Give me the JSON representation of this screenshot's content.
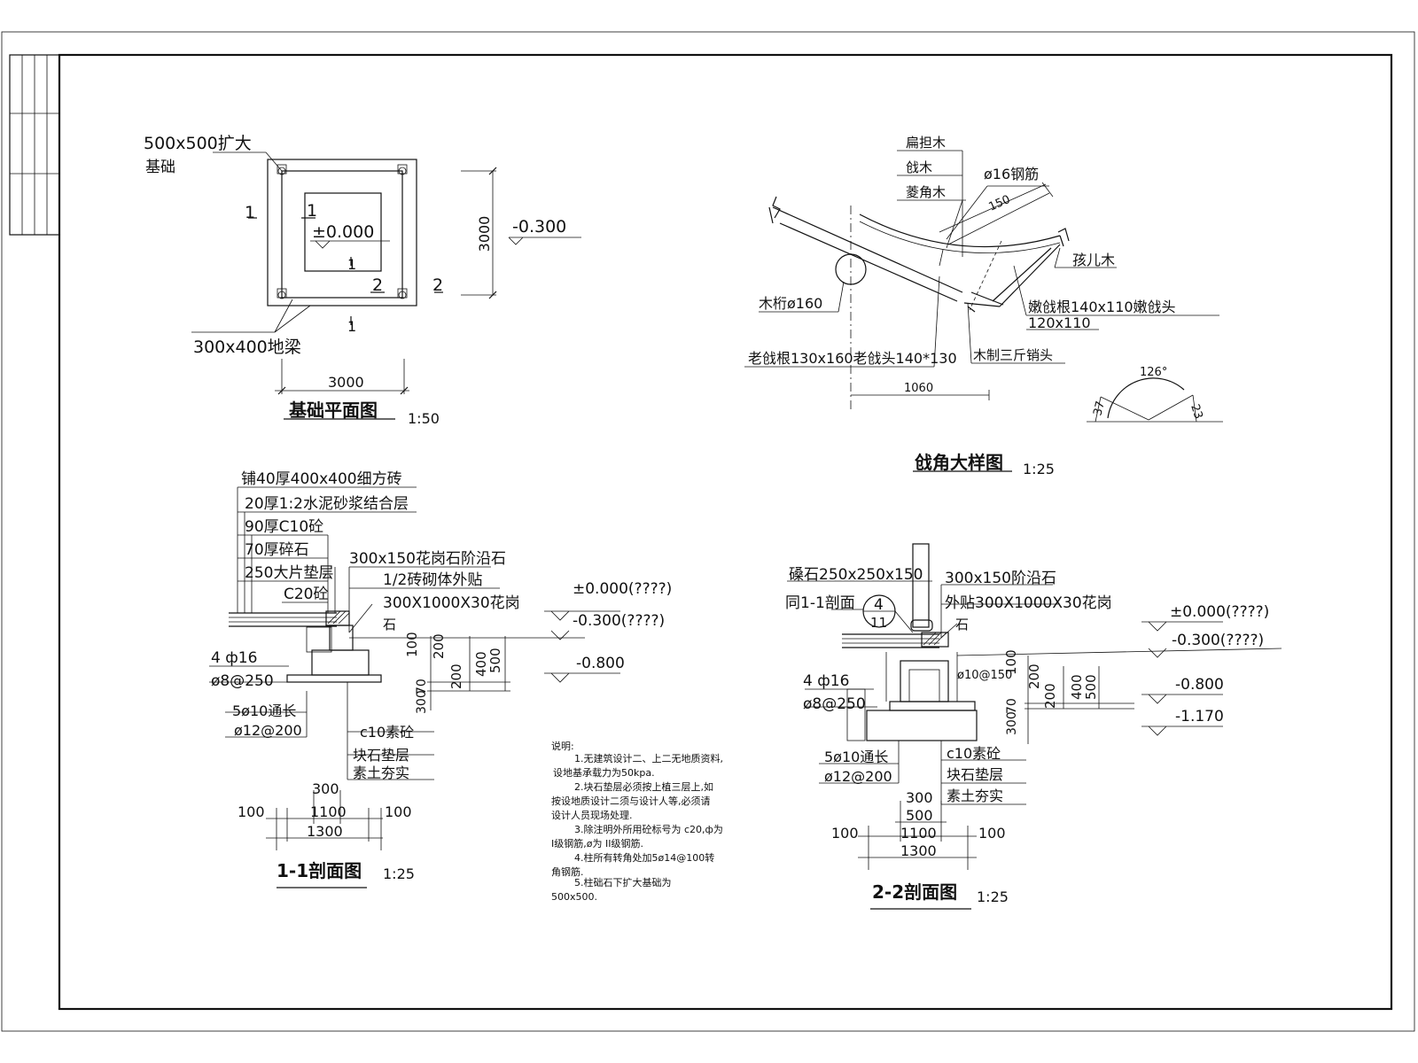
{
  "foundation_plan": {
    "title": "基础平面图",
    "scale": "1:50",
    "label_expanded_footing_1": "500x500扩大",
    "label_expanded_footing_2": "基础",
    "elevation_zero": "±0.000",
    "elevation_neg": "-0.300",
    "ground_beam": "300x400地梁",
    "dim_width": "3000",
    "dim_height": "3000",
    "sec1_left": "1",
    "sec1_inner": "1",
    "sec1_bottom_a": "1",
    "sec1_bottom_b": "1",
    "sec2_inner": "2",
    "sec2_right": "2"
  },
  "eave_detail": {
    "title": "戗角大样图",
    "scale": "1:25",
    "callouts": [
      "扁担木",
      "戗木",
      "菱角木",
      "ø16钢筋",
      "孩儿木",
      "木桁ø160",
      "嫩戗根140x110嫩戗头",
      "120x110",
      "老戗根130x160老戗头140*130",
      "木制三斤销头"
    ],
    "dim_150": "150",
    "dim_1060": "1060",
    "angle_126": "126°",
    "angle_37": "37",
    "angle_23": "23"
  },
  "section_1_1": {
    "title": "1-1剖面图",
    "scale": "1:25",
    "layers": [
      "铺40厚400x400细方砖",
      "20厚1:2水泥砂浆结合层",
      "90厚C10砼",
      "70厚碎石",
      "250大片垫层",
      "C20砼"
    ],
    "paving_stone": "300x150花岗石阶沿石",
    "veneer_1": "1/2砖砌体外贴",
    "veneer_2": "300X1000X30花岗",
    "veneer_3": "石",
    "elev_0": "±0.000(????)",
    "elev_1": "-0.300(????)",
    "elev_2": "-0.800",
    "rebar_1": "4 ф16",
    "rebar_2": "ø8@250",
    "rebar_3": "5ø10通长",
    "rebar_4": "ø12@200",
    "base_1": "c10素砼",
    "base_2": "块石垫层",
    "base_3": "素土夯实",
    "dims_vertical": [
      "100",
      "200",
      "200",
      "400",
      "500",
      "70",
      "300"
    ],
    "dim_300": "300",
    "dim_100a": "100",
    "dim_1100": "1100",
    "dim_100b": "100",
    "dim_1300": "1300"
  },
  "notes": {
    "heading": "说明:",
    "lines": [
      "1.无建筑设计二、上二无地质资料,",
      "设地基承载力为50kpa.",
      "2.块石垫层必须按上植三层上,如",
      "按设地质设计二须与设计人等,必须请",
      "设计人员现场处理.",
      "3.除注明外所用砼标号为 c20,ф为",
      "I级钢筋,ø为 II级钢筋.",
      "4.柱所有转角处加5ø14@100转",
      "角钢筋.",
      "5.柱础石下扩大基础为",
      "500x500."
    ]
  },
  "section_2_2": {
    "title": "2-2剖面图",
    "scale": "1:25",
    "plinth": "磉石250x250x150",
    "curb": "300x150阶沿石",
    "ref": "同1-1剖面",
    "veneer_1": "外贴300X1000X30花岗",
    "veneer_2": "石",
    "callout_num": "4",
    "callout_sub": "11",
    "rebar_a": "ø10@150",
    "elev_0": "±0.000(????)",
    "elev_1": "-0.300(????)",
    "elev_2": "-0.800",
    "elev_3": "-1.170",
    "rebar_1": "4 ф16",
    "rebar_2": "ø8@250",
    "rebar_3": "5ø10通长",
    "rebar_4": "ø12@200",
    "base_1": "c10素砼",
    "base_2": "块石垫层",
    "base_3": "素土夯实",
    "dims_vertical": [
      "100",
      "200",
      "200",
      "400",
      "500",
      "70",
      "300"
    ],
    "dim_300": "300",
    "dim_500": "500",
    "dim_100a": "100",
    "dim_1100": "1100",
    "dim_100b": "100",
    "dim_1300": "1300"
  }
}
